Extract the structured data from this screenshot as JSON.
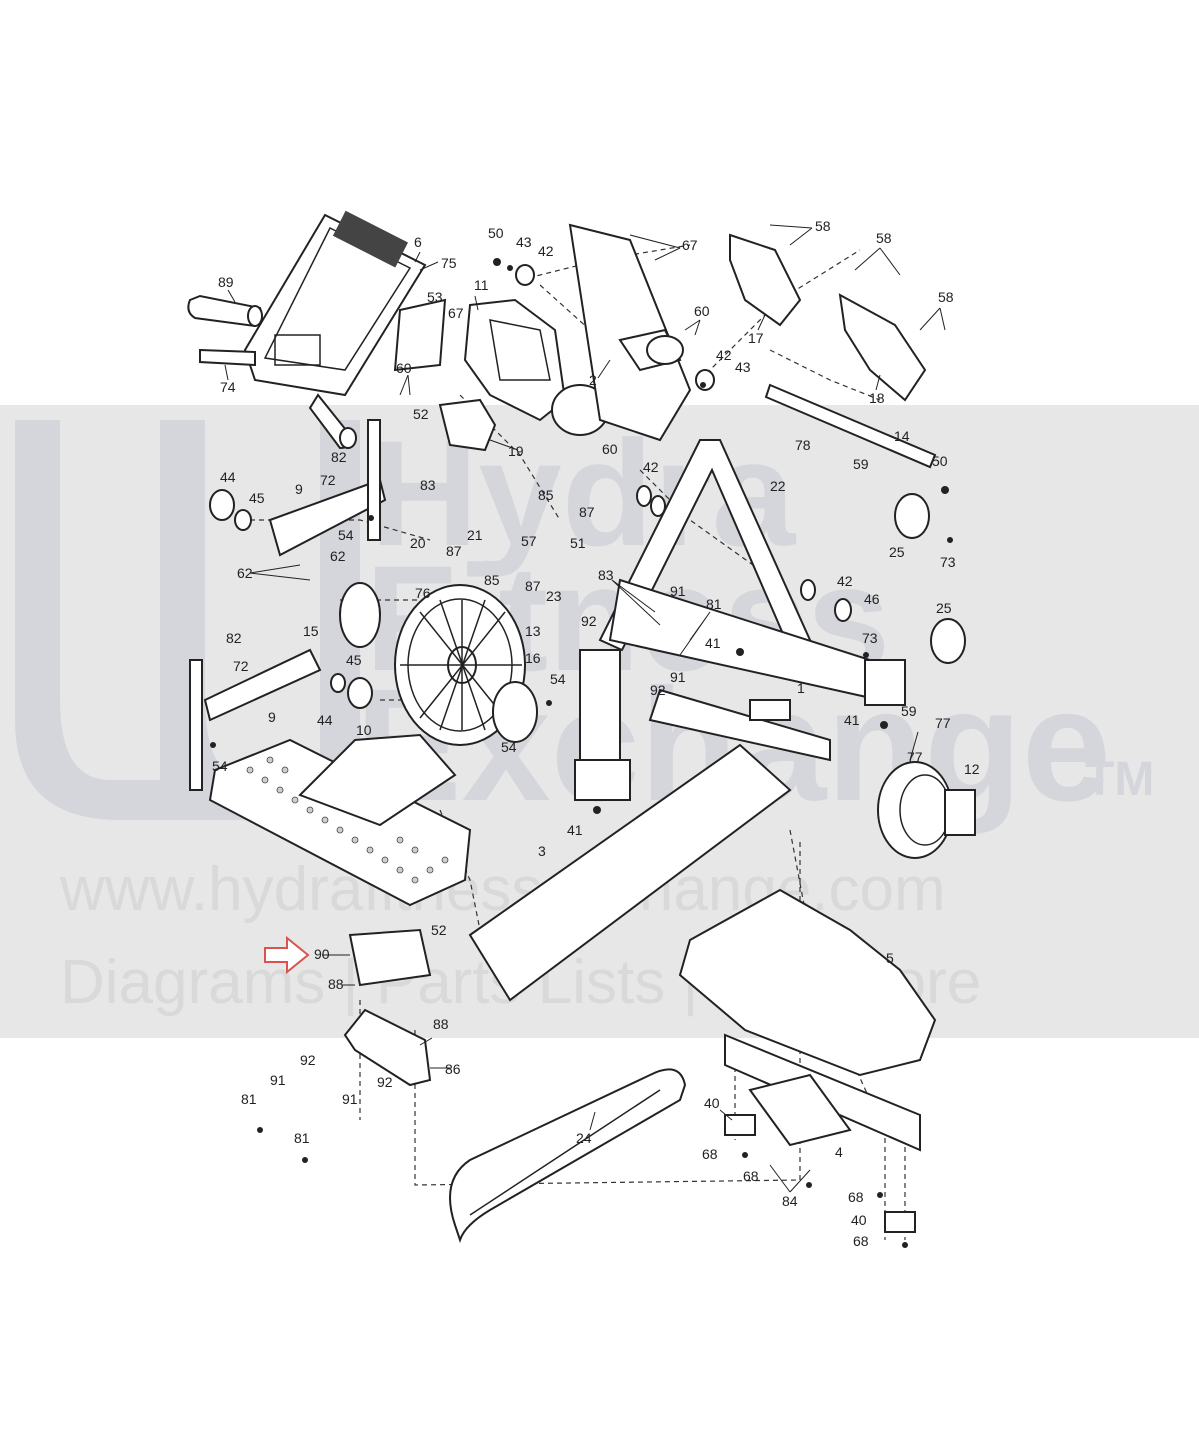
{
  "watermark": {
    "brand_line1": "Hydra",
    "brand_line2": "Fitness",
    "brand_line3": "Exchange",
    "trademark": "TM",
    "url": "www.hydrafitnessexchange.com",
    "tagline": "Diagrams | Parts Lists | And More",
    "color": "#d4d6dc"
  },
  "highlight": {
    "arrow_color": "#d9534f",
    "target_part": "90"
  },
  "callouts": [
    "89",
    "74",
    "6",
    "75",
    "53",
    "67",
    "11",
    "50",
    "43",
    "42",
    "67",
    "58",
    "58",
    "58",
    "17",
    "18",
    "60",
    "60",
    "42",
    "43",
    "2",
    "14",
    "52",
    "19",
    "60",
    "44",
    "45",
    "9",
    "82",
    "72",
    "54",
    "83",
    "20",
    "87",
    "21",
    "85",
    "57",
    "87",
    "51",
    "23",
    "85",
    "87",
    "83",
    "42",
    "78",
    "22",
    "59",
    "50",
    "25",
    "73",
    "62",
    "62",
    "76",
    "15",
    "13",
    "91",
    "92",
    "81",
    "41",
    "42",
    "46",
    "25",
    "73",
    "82",
    "72",
    "45",
    "9",
    "44",
    "16",
    "54",
    "54",
    "92",
    "91",
    "1",
    "41",
    "59",
    "77",
    "77",
    "54",
    "10",
    "12",
    "41",
    "3",
    "52",
    "90",
    "88",
    "88",
    "5",
    "92",
    "91",
    "86",
    "92",
    "91",
    "81",
    "81",
    "24",
    "40",
    "4",
    "68",
    "68",
    "84",
    "68",
    "40",
    "68"
  ]
}
